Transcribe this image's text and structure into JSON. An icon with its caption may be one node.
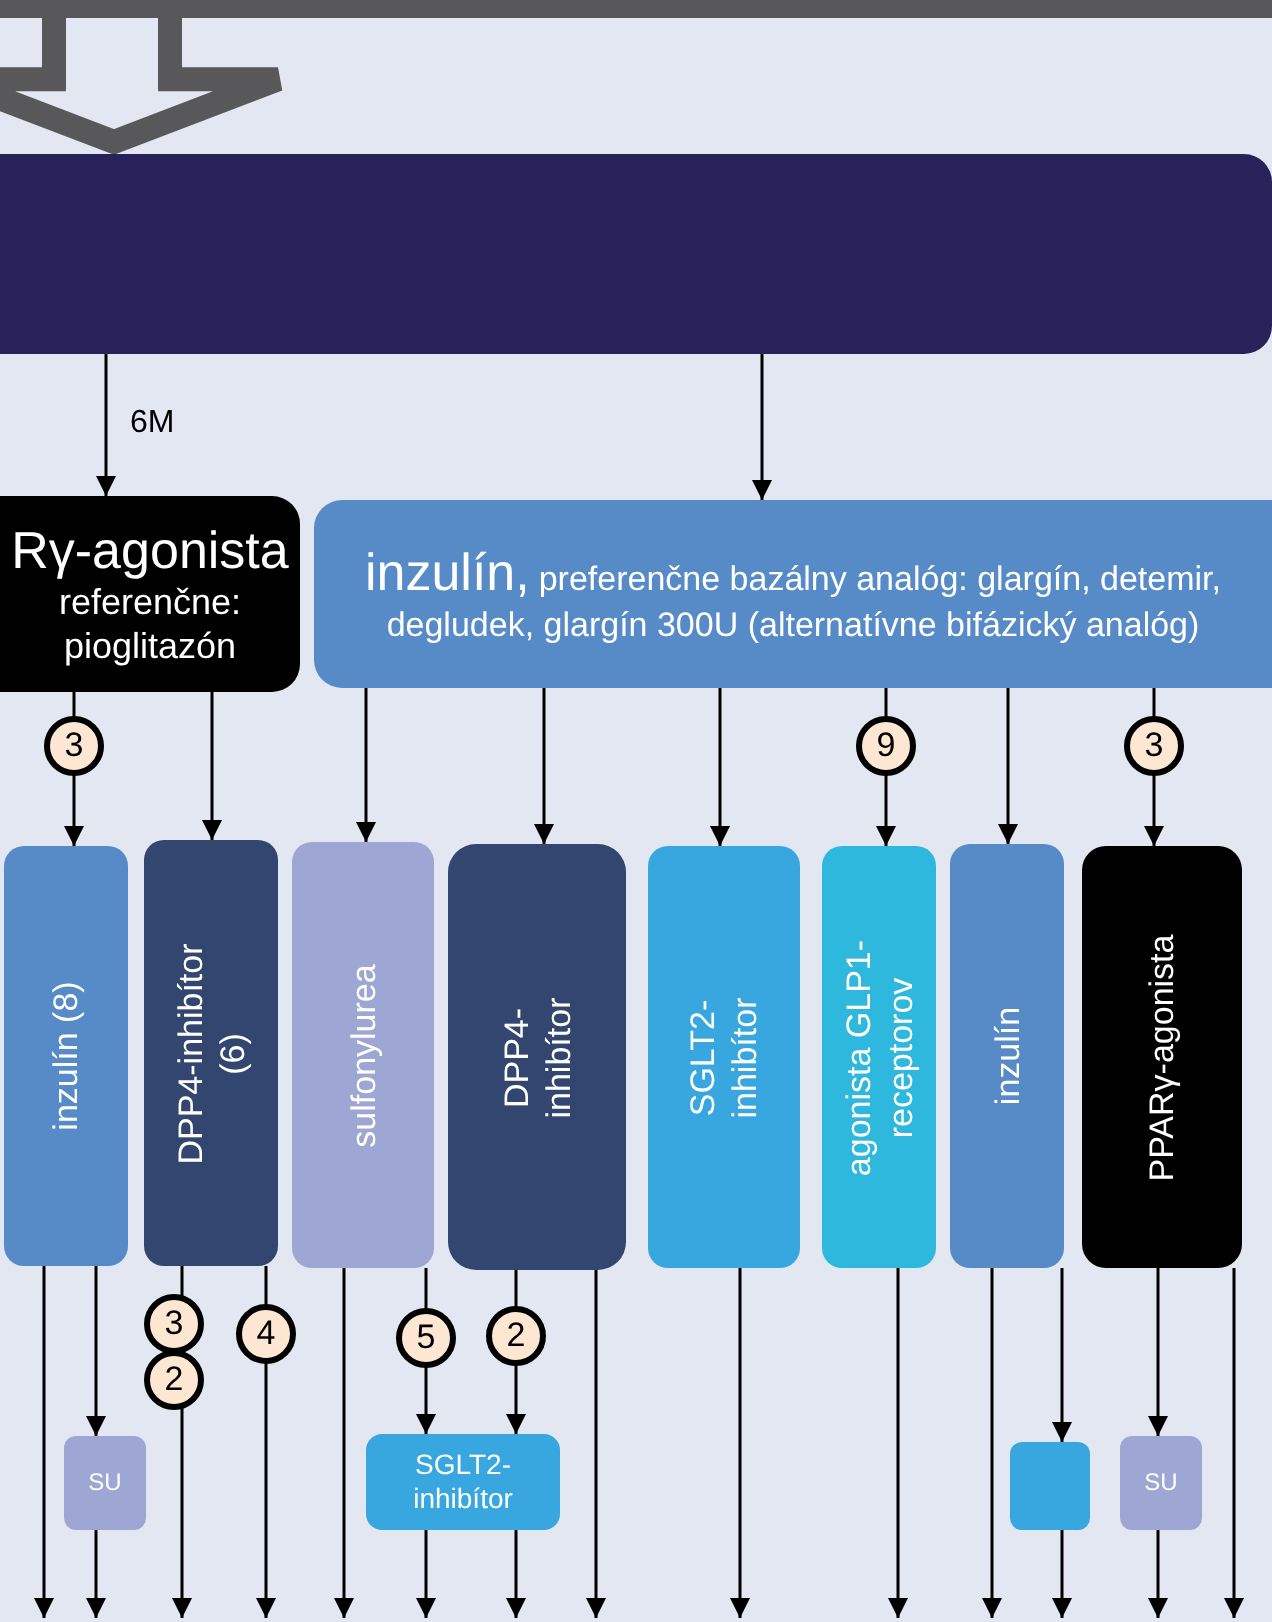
{
  "diagram": {
    "nodes": [
      {
        "text": [],
        "shape": "bar"
      },
      {
        "text": [],
        "shape": "bar"
      },
      {
        "text": [
          "Rγ-agonista",
          "referenčne: pioglitazón"
        ]
      },
      {
        "text": [
          "inzulín,",
          "preferenčne bazálny analóg: glargín, detemir, degludek, glargín 300U (alternatívne bifázický analóg)"
        ]
      },
      {
        "text": [
          "inzulín (8)"
        ]
      },
      {
        "text": [
          "DPP4-inhibítor (6)"
        ]
      },
      {
        "text": [
          "sulfonylurea"
        ]
      },
      {
        "text": [
          "DPP4- inhibítor"
        ]
      },
      {
        "text": [
          "SGLT2- inhibítor"
        ]
      },
      {
        "text": [
          "agonista GLP1- receptorov"
        ]
      },
      {
        "text": [
          "inzulín"
        ]
      },
      {
        "text": [
          "PPARγ-agonista"
        ]
      },
      {
        "text": [
          "SU"
        ]
      },
      {
        "text": [
          "SGLT2- inhibítor"
        ]
      },
      {
        "text": [],
        "shape": "box"
      },
      {
        "text": [
          "SU"
        ]
      }
    ],
    "edges": [
      {
        "from": 0,
        "to": 1,
        "arrow": "to",
        "style": "thick",
        "color": "#58585a"
      },
      {
        "from": 1,
        "to": 2,
        "arrow": "to"
      },
      {
        "from": 1,
        "to": 3,
        "arrow": "to"
      },
      {
        "from": 2,
        "to": 4,
        "arrow": "to"
      },
      {
        "from": 2,
        "to": 5,
        "arrow": "to"
      },
      {
        "from": 3,
        "to": 6,
        "arrow": "to"
      },
      {
        "from": 3,
        "to": 7,
        "arrow": "to"
      },
      {
        "from": 3,
        "to": 8,
        "arrow": "to"
      },
      {
        "from": 3,
        "to": 9,
        "arrow": "to"
      },
      {
        "from": 3,
        "to": 10,
        "arrow": "to"
      },
      {
        "from": 3,
        "to": 11,
        "arrow": "to"
      },
      {
        "from": 4,
        "to": null,
        "arrow": "to"
      },
      {
        "from": 4,
        "to": 12,
        "arrow": "to"
      },
      {
        "from": 12,
        "to": null,
        "arrow": "to"
      },
      {
        "from": 5,
        "to": null,
        "arrow": "to"
      },
      {
        "from": 5,
        "to": null,
        "arrow": "to"
      },
      {
        "from": 6,
        "to": null,
        "arrow": "to"
      },
      {
        "from": 6,
        "to": 13,
        "arrow": "to"
      },
      {
        "from": 7,
        "to": 13,
        "arrow": "to"
      },
      {
        "from": 7,
        "to": null,
        "arrow": "to"
      },
      {
        "from": 13,
        "to": null,
        "arrow": "to"
      },
      {
        "from": 13,
        "to": null,
        "arrow": "to"
      },
      {
        "from": 8,
        "to": null,
        "arrow": "to"
      },
      {
        "from": 9,
        "to": null,
        "arrow": "to"
      },
      {
        "from": 10,
        "to": null,
        "arrow": "to"
      },
      {
        "from": 10,
        "to": 14,
        "arrow": "to"
      },
      {
        "from": 14,
        "to": null,
        "arrow": "to"
      },
      {
        "from": 11,
        "to": 15,
        "arrow": "to"
      },
      {
        "from": 15,
        "to": null,
        "arrow": "to"
      },
      {
        "from": 11,
        "to": null,
        "arrow": "to"
      }
    ],
    "labels": [
      "6M",
      "3",
      "9",
      "3",
      "3",
      "2",
      "4",
      "5",
      "2"
    ]
  }
}
